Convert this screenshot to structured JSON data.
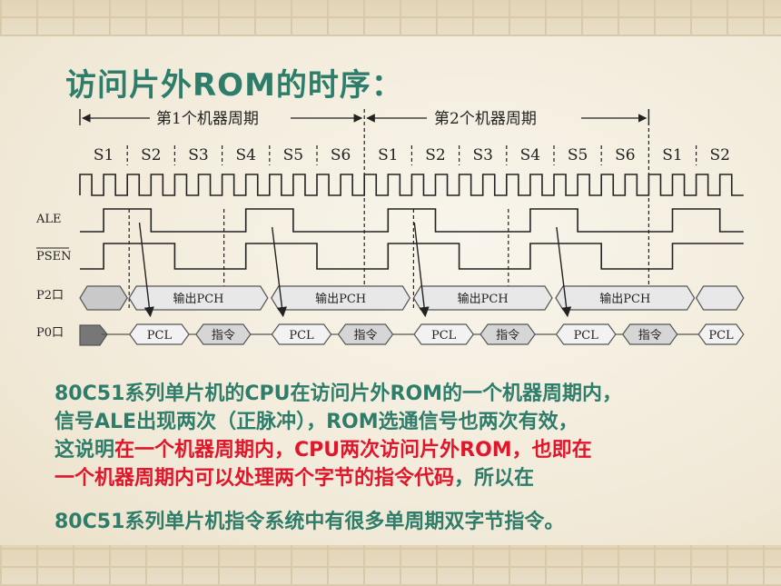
{
  "title": "访问片外ROM的时序：",
  "diagram": {
    "cycle1_label": "第1个机器周期",
    "cycle2_label": "第2个机器周期",
    "states": [
      "S1",
      "S2",
      "S3",
      "S4",
      "S5",
      "S6",
      "S1",
      "S2",
      "S3",
      "S4",
      "S5",
      "S6",
      "S1",
      "S2"
    ],
    "signals": [
      "ALE",
      "PSEN",
      "P2口",
      "P0口"
    ],
    "p2_labels": [
      "输出PCH",
      "输出PCH",
      "输出PCH",
      "输出PCH"
    ],
    "p0_labels": [
      "PCL",
      "指令",
      "PCL",
      "指令",
      "PCL",
      "指令",
      "PCL",
      "指令",
      "PCL"
    ]
  },
  "paragraph": {
    "l1": "80C51系列单片机的CPU在访问片外ROM的一个机器周期内，",
    "l2": "信号ALE出现两次（正脉冲），ROM选通信号也两次有效，",
    "l3a": "这说明",
    "l3b": "在一个机器周期内，CPU两次访问片外ROM，也即在",
    "l4a": "一个机器周期内可以处理两个字节的指令代码",
    "l4b": "，所以在",
    "l5": "80C51系列单片机指令系统中有很多单周期双字节指令。"
  },
  "colors": {
    "title": "#2e7d6b",
    "text": "#2e7d6b",
    "emphasis": "#e0162b"
  }
}
